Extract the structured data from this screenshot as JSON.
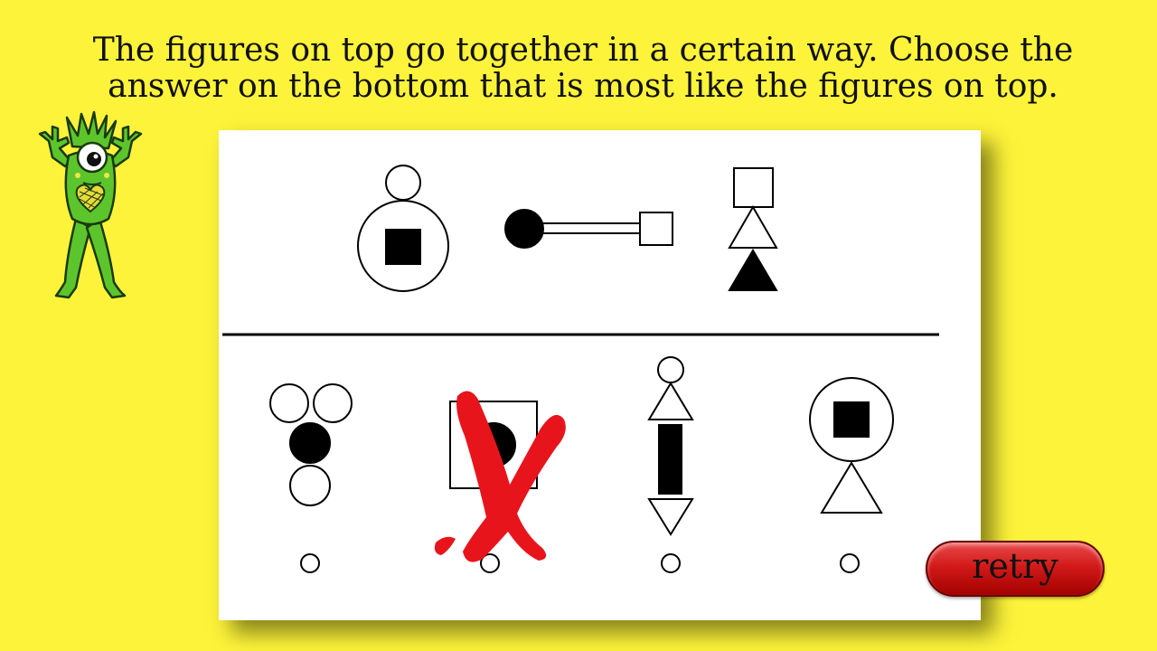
{
  "instructions": {
    "line1": "The figures on top go together in a certain way. Choose the",
    "line2": "answer on the bottom that is most like the figures on top."
  },
  "mascot": {
    "icon": "green-monster-icon",
    "color": "#5dc52c"
  },
  "card": {
    "top_figures": [
      "circle-with-square-figure",
      "dumbbell-circle-square-figure",
      "square-triangle-stack-figure"
    ],
    "answer_options": [
      {
        "figure": "three-circles-figure",
        "selected": false
      },
      {
        "figure": "square-with-circle-figure",
        "selected": true,
        "marked_wrong": true
      },
      {
        "figure": "triangle-bar-triangle-figure",
        "selected": false
      },
      {
        "figure": "circle-square-triangle-figure",
        "selected": false
      }
    ],
    "wrong_mark_color": "#e8141c"
  },
  "retry": {
    "label": "retry",
    "color": "#d31a1a"
  }
}
